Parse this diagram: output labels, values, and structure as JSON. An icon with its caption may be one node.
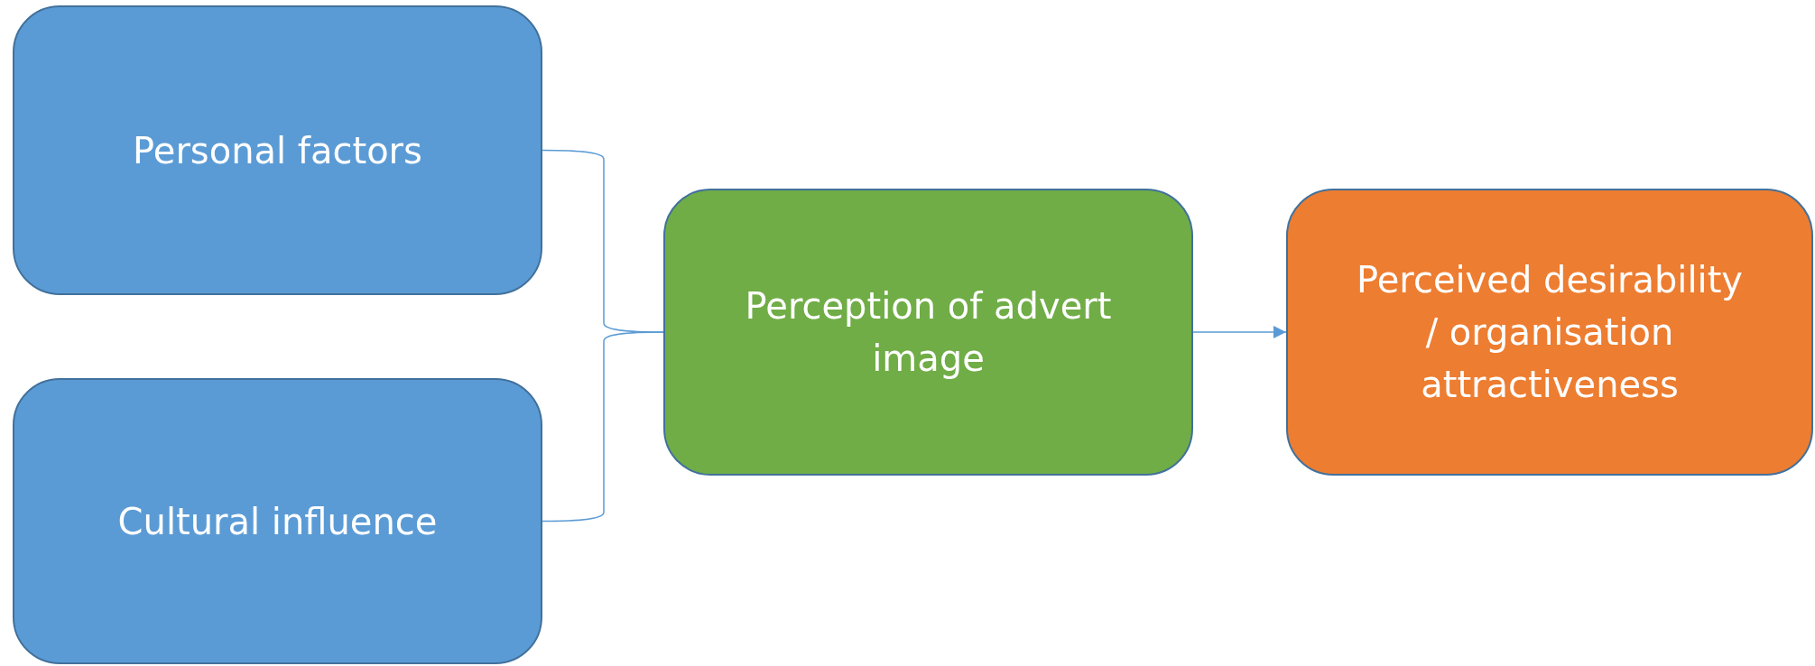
{
  "diagram": {
    "nodes": [
      {
        "text": [
          "Personal factors"
        ]
      },
      {
        "text": [
          "Cultural influence"
        ]
      },
      {
        "text": [
          "Perception of advert image"
        ]
      },
      {
        "text": [
          "Perceived desirability / organisation attractiveness"
        ]
      }
    ],
    "edges": [
      {
        "from": 0,
        "to": 2,
        "arrow": "none"
      },
      {
        "from": 1,
        "to": 2,
        "arrow": "none"
      },
      {
        "from": 2,
        "to": 3,
        "arrow": "to"
      }
    ]
  }
}
